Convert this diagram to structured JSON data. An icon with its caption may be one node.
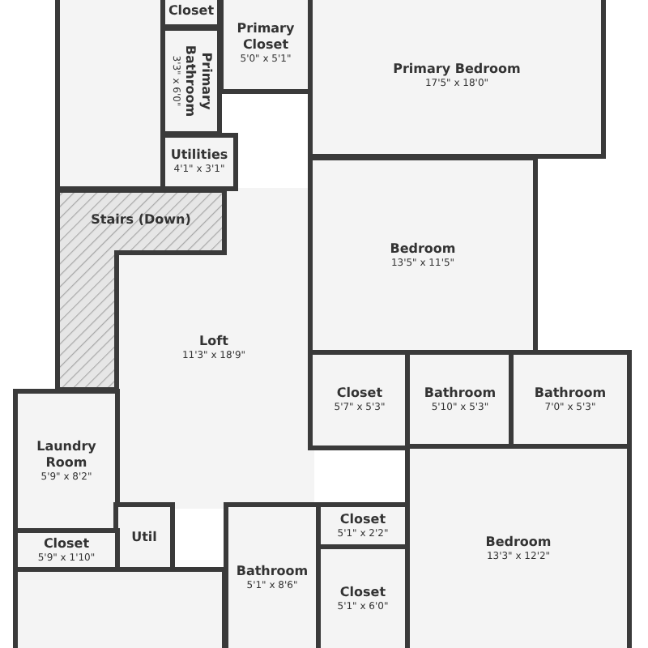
{
  "diagram": {
    "nodes": [
      {
        "text": [],
        "shape": "box"
      },
      {
        "text": [
          "Closet"
        ]
      },
      {
        "text": [
          "Primary Bathroom",
          "3'3\" x 6'0\""
        ]
      },
      {
        "text": [
          "Primary Closet",
          "5'0\" x 5'1\""
        ]
      },
      {
        "text": [
          "Primary Bedroom",
          "17'5\" x 18'0\""
        ]
      },
      {
        "text": [
          "Utilities",
          "4'1\" x 3'1\""
        ]
      },
      {
        "text": [
          "Stairs (Down)"
        ]
      },
      {
        "text": [
          "Bedroom",
          "13'5\" x 11'5\""
        ]
      },
      {
        "text": [
          "Loft",
          "11'3\" x 18'9\""
        ]
      },
      {
        "text": [
          "Closet",
          "5'7\" x 5'3\""
        ]
      },
      {
        "text": [
          "Bathroom",
          "5'10\" x 5'3\""
        ]
      },
      {
        "text": [
          "Bathroom",
          "7'0\" x 5'3\""
        ]
      },
      {
        "text": [
          "Laundry Room",
          "5'9\" x 8'2\""
        ]
      },
      {
        "text": [
          "Bedroom",
          "13'3\" x 12'2\""
        ]
      },
      {
        "text": [
          "Util"
        ]
      },
      {
        "text": [
          "Bathroom",
          "5'1\" x 8'6\""
        ]
      },
      {
        "text": [
          "Closet",
          "5'1\" x 2'2\""
        ]
      },
      {
        "text": [
          "Closet",
          "5'9\" x 1'10\""
        ]
      },
      {
        "text": [
          "Closet",
          "5'1\" x 6'0\""
        ]
      },
      {
        "text": [],
        "shape": "box"
      }
    ]
  }
}
